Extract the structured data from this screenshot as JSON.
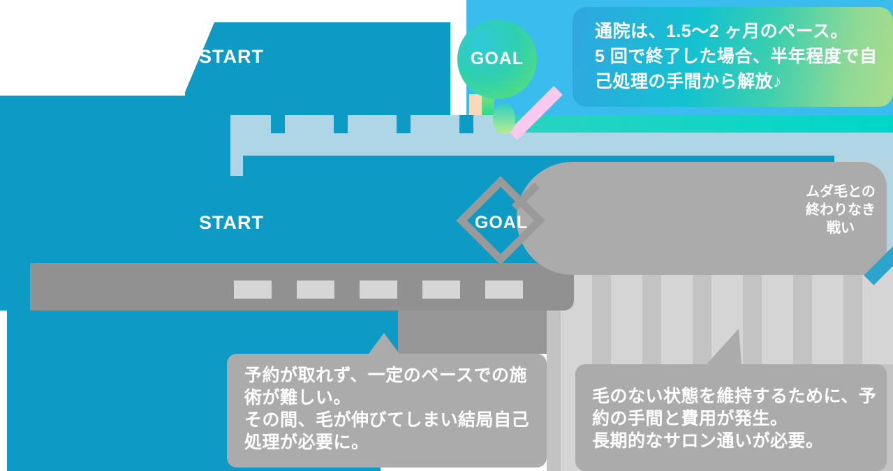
{
  "colors": {
    "clinic_blue": "#0D9BC5",
    "sky_blue": "#3BBCEE",
    "timeline_light_blue": "#AED6E6",
    "goal_balloon_teal": "#2FC9DA",
    "goal_balloon_green": "#4ADA8C",
    "clinic_callout_gradient_start": "#31A6E2",
    "clinic_callout_gradient_end": "#AADC8C",
    "salon_gray": "#ABABAB",
    "road_gray": "#919191",
    "road_tab_light_gray": "#D6D6D6",
    "text_white": "#FFFFFF"
  },
  "clinic": {
    "start_label": "START",
    "goal_label": "GOAL",
    "callout": {
      "line1": "通院は、1.5〜2 ヶ月のペース。",
      "line2": "5 回で終了した場合、半年程度で自",
      "line3": "己処理の手間から解放♪"
    }
  },
  "salon": {
    "start_label": "START",
    "goal_label": "GOAL",
    "endless_battle": {
      "line1": "ムダ毛との",
      "line2": "終わりなき",
      "line3": "戦い"
    },
    "callout_reservation": {
      "line1": "予約が取れず、一定のペースでの施",
      "line2": "術が難しい。",
      "line3": "その間、毛が伸びてしまい結局自己",
      "line4": "処理が必要に。"
    },
    "callout_maintenance": {
      "line1": "毛のない状態を維持するために、予",
      "line2": "約の手間と費用が発生。",
      "line3": "長期的なサロン通いが必要。"
    }
  }
}
